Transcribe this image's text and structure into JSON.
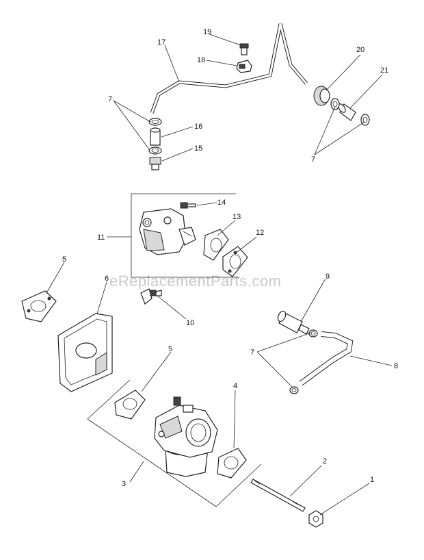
{
  "callouts": {
    "c1": "1",
    "c2": "2",
    "c3": "3",
    "c4": "4",
    "c5a": "5",
    "c5b": "5",
    "c6": "6",
    "c7a": "7",
    "c7b": "7",
    "c7c": "7",
    "c8": "8",
    "c9": "9",
    "c10": "10",
    "c11": "11",
    "c12": "12",
    "c13": "13",
    "c14": "14",
    "c15": "15",
    "c16": "16",
    "c17": "17",
    "c18": "18",
    "c19": "19",
    "c20": "20",
    "c21": "21"
  },
  "watermark": "eReplacementParts.com"
}
